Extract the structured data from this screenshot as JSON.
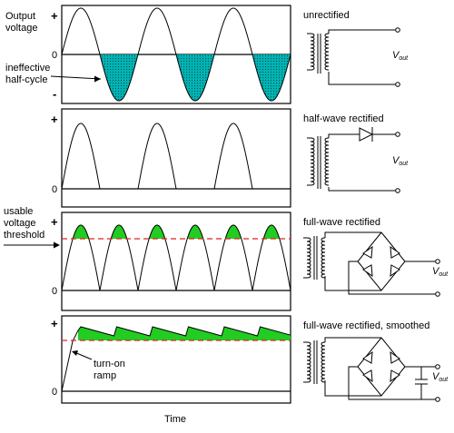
{
  "left_labels": {
    "output_voltage": [
      "Output",
      "voltage"
    ],
    "ineffective": [
      "ineffective",
      "half-cycle"
    ],
    "usable": [
      "usable",
      "voltage",
      "threshold"
    ],
    "turn_on": [
      "turn-on",
      "ramp"
    ],
    "time": "Time"
  },
  "axis_symbols": {
    "plus": "+",
    "minus": "-",
    "zero": "0"
  },
  "panels": [
    {
      "id": "unrectified",
      "title": "unrectified"
    },
    {
      "id": "half-wave",
      "title": "half-wave rectified"
    },
    {
      "id": "full-wave",
      "title": "full-wave rectified"
    },
    {
      "id": "smoothed",
      "title": "full-wave rectified, smoothed"
    }
  ],
  "vout": {
    "v": "V",
    "sub": "out"
  },
  "colors": {
    "fill": "#00b4b4",
    "green": "#22cc22",
    "threshold": "#e02020"
  }
}
